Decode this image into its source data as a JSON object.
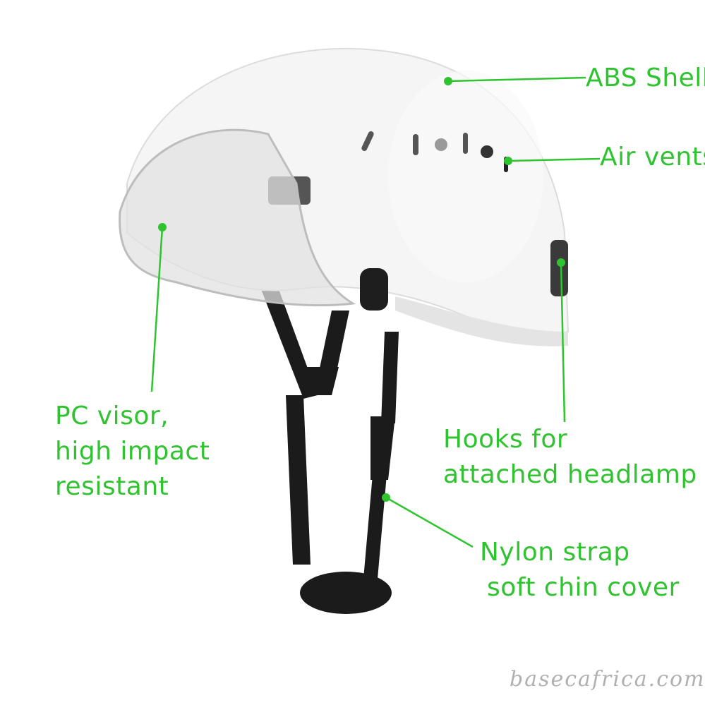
{
  "callouts": {
    "abs_shell": "ABS Shell",
    "air_vents": "Air vents",
    "pc_visor": [
      "PC visor,",
      "high impact",
      "resistant"
    ],
    "hooks": [
      "Hooks for",
      "attached headlamp"
    ],
    "nylon_strap": [
      "Nylon strap",
      "soft chin cover"
    ]
  },
  "watermark": "basecafrica.com",
  "colors": {
    "callout": "#2fc42f",
    "helmet_shell": "#f4f4f4",
    "strap": "#1a1a1a",
    "watermark": "#b0b0b0"
  }
}
